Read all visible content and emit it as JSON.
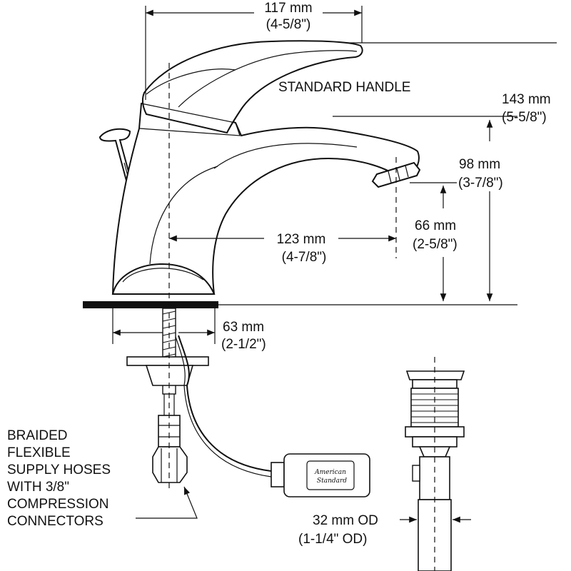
{
  "dimensions": {
    "width_top": {
      "mm": "117 mm",
      "inch": "(4-5/8\")"
    },
    "height_total": {
      "mm": "143 mm",
      "inch": "(5-5/8\")"
    },
    "spout_height": {
      "mm": "98 mm",
      "inch": "(3-7/8\")"
    },
    "aerator_height": {
      "mm": "66 mm",
      "inch": "(2-5/8\")"
    },
    "spout_reach": {
      "mm": "123 mm",
      "inch": "(4-7/8\")"
    },
    "base_width": {
      "mm": "63 mm",
      "inch": "(2-1/2\")"
    },
    "drain_od": {
      "mm": "32 mm OD",
      "inch": "(1-1/4\" OD)"
    }
  },
  "labels": {
    "handle": "STANDARD HANDLE",
    "hoses": [
      "BRAIDED",
      "FLEXIBLE",
      "SUPPLY HOSES",
      "WITH 3/8\"",
      "COMPRESSION",
      "CONNECTORS"
    ],
    "logo_line1": "American",
    "logo_line2": "Standard"
  }
}
